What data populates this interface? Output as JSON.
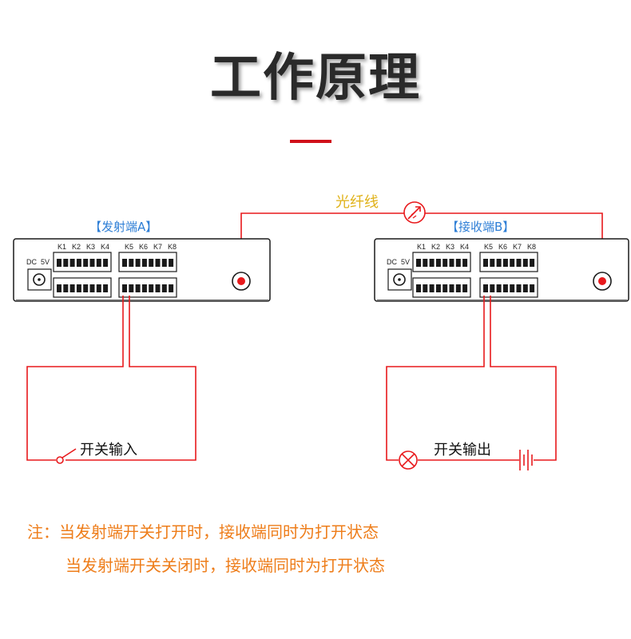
{
  "title": "工作原理",
  "fiber_label": "光纤线",
  "transmitter": {
    "label": "【发射端A】",
    "dc_label": "DC",
    "voltage_label": "5V",
    "keys_left": [
      "K1",
      "K2",
      "K3",
      "K4"
    ],
    "keys_right": [
      "K5",
      "K6",
      "K7",
      "K8"
    ]
  },
  "receiver": {
    "label": "【接收端B】",
    "dc_label": "DC",
    "voltage_label": "5V",
    "keys_left": [
      "K1",
      "K2",
      "K3",
      "K4"
    ],
    "keys_right": [
      "K5",
      "K6",
      "K7",
      "K8"
    ]
  },
  "switch_input_label": "开关输入",
  "switch_output_label": "开关输出",
  "notes": {
    "line1": "注：当发射端开关打开时，接收端同时为打开状态",
    "line2": "当发射端开关关闭时，接收端同时为打开状态"
  },
  "colors": {
    "wire": "#e8191c",
    "label_blue": "#2f7fd6",
    "fiber_label": "#e0b21a",
    "note": "#ee7d1a",
    "title_underline": "#d0101a"
  }
}
